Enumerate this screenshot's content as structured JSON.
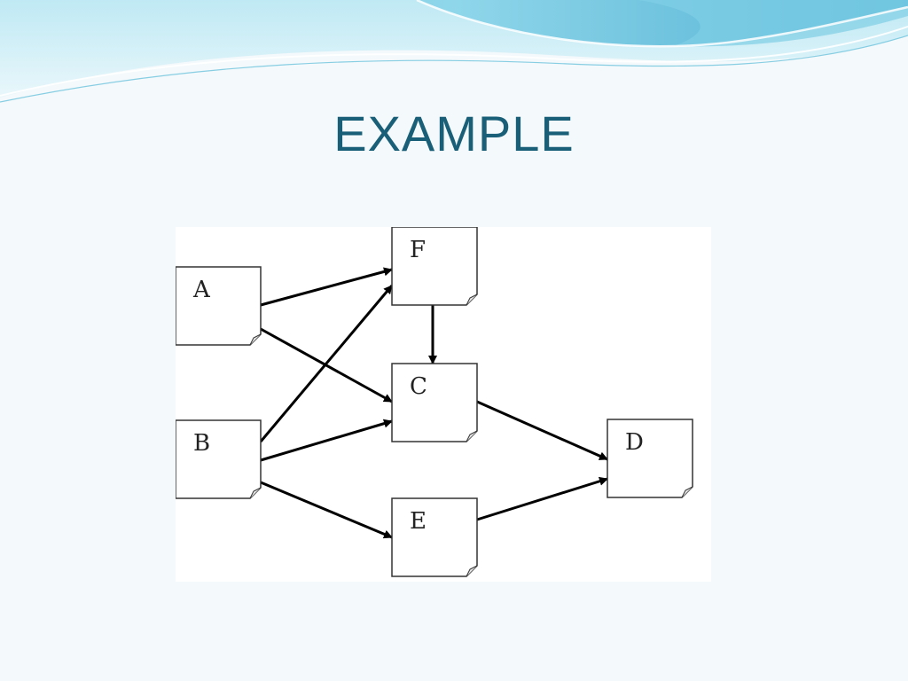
{
  "slide": {
    "title": "EXAMPLE"
  },
  "diagram": {
    "nodes": [
      {
        "id": "A",
        "label": "A"
      },
      {
        "id": "B",
        "label": "B"
      },
      {
        "id": "F",
        "label": "F"
      },
      {
        "id": "C",
        "label": "C"
      },
      {
        "id": "E",
        "label": "E"
      },
      {
        "id": "D",
        "label": "D"
      }
    ],
    "edges": [
      {
        "from": "A",
        "to": "F"
      },
      {
        "from": "A",
        "to": "C"
      },
      {
        "from": "B",
        "to": "F"
      },
      {
        "from": "B",
        "to": "C"
      },
      {
        "from": "B",
        "to": "E"
      },
      {
        "from": "F",
        "to": "C"
      },
      {
        "from": "C",
        "to": "D"
      },
      {
        "from": "E",
        "to": "D"
      }
    ]
  },
  "colors": {
    "title": "#1a5f78",
    "wave_dark": "#4fb6d6",
    "wave_light": "#a9e0ef",
    "background": "#f4f9fb",
    "edge": "#000000"
  }
}
